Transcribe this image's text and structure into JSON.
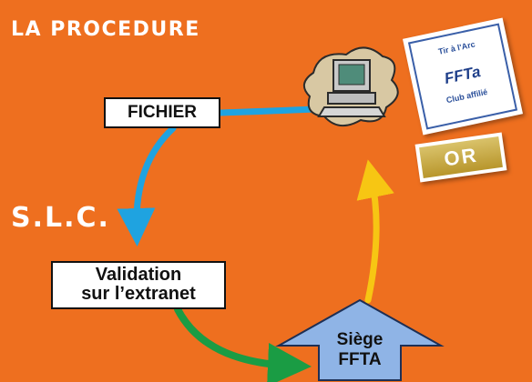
{
  "title": "LA PROCEDURE",
  "slc_label": "S.L.C.",
  "nodes": {
    "fichier": "FICHIER",
    "validation_line1": "Validation",
    "validation_line2": "sur l’extranet",
    "siege_line1": "Siège",
    "siege_line2": "FFTA"
  },
  "badge": {
    "top_text": "Tir à l'Arc",
    "logo_text": "FFTa",
    "bottom_text": "Club affilié"
  },
  "or_label": "OR",
  "colors": {
    "background": "#ee6f1f",
    "arrow_blue": "#1fa3e0",
    "arrow_green": "#1a9c44",
    "arrow_yellow": "#f7c613",
    "house_fill": "#8fb4e6",
    "computer_bubble": "#d8c8a3"
  },
  "icons": [
    "computer-icon",
    "ffta-club-badge",
    "or-label-badge"
  ]
}
